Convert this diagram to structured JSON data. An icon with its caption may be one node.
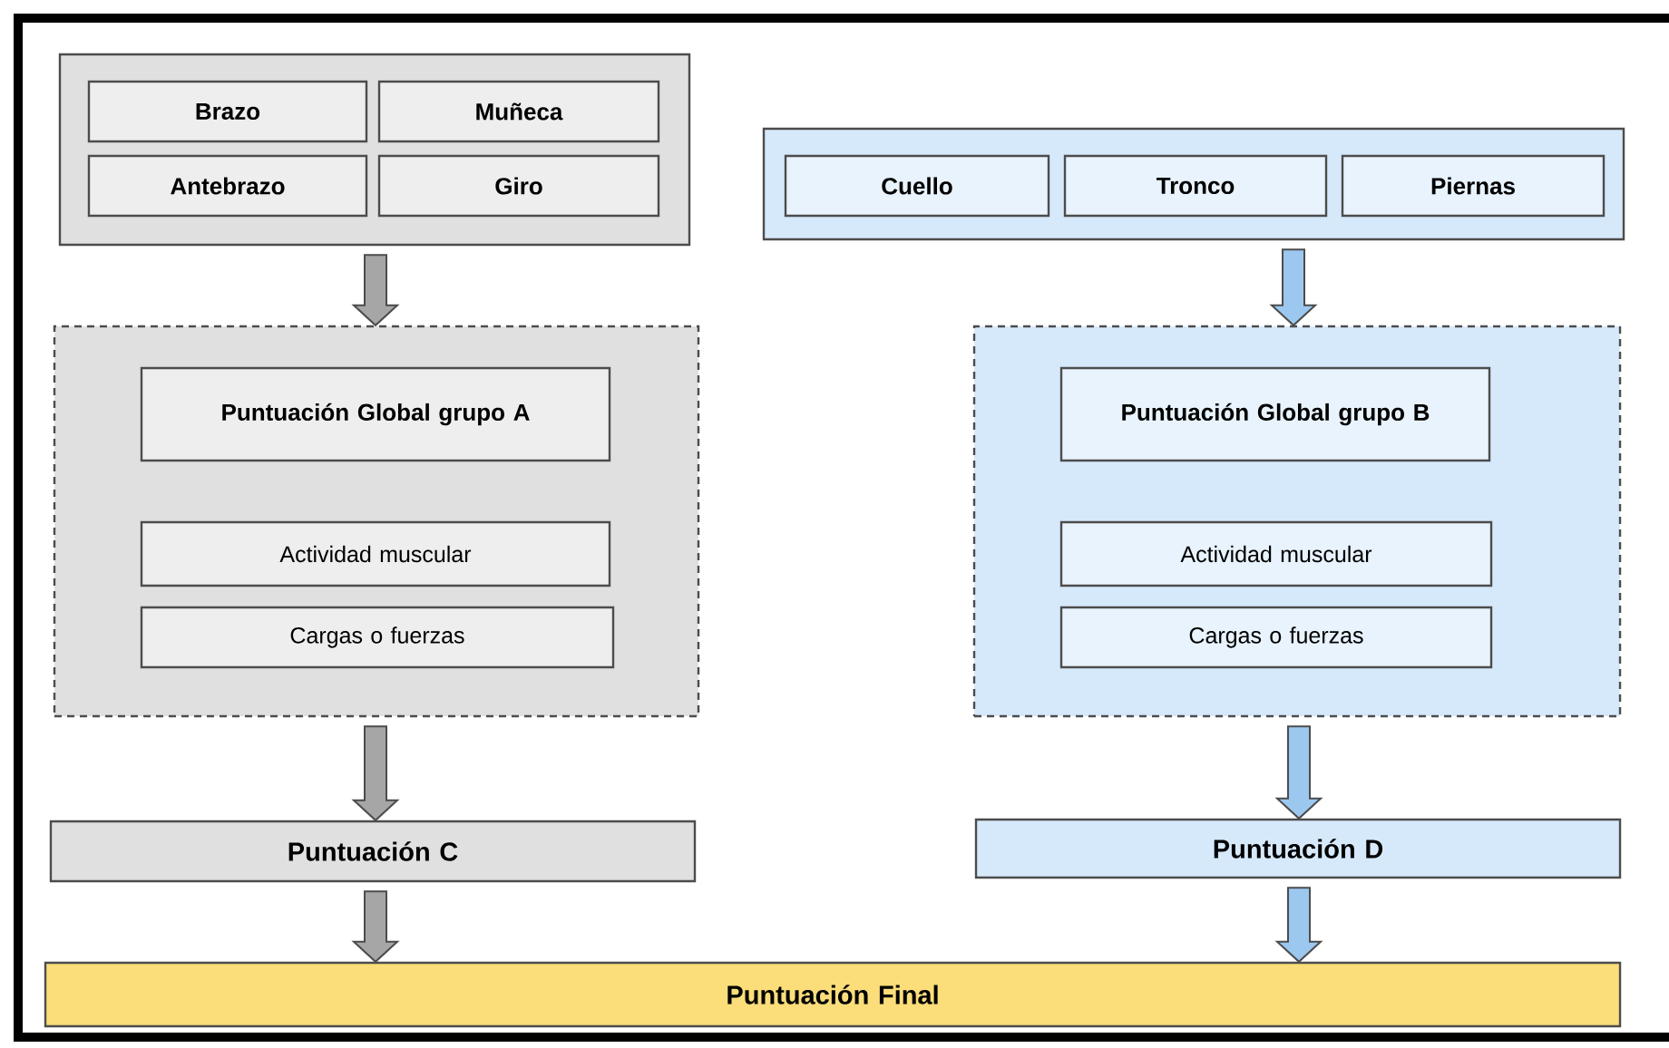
{
  "diagram": {
    "nodes": [
      {
        "text": [],
        "shape": "box"
      },
      {
        "text": [
          "Brazo"
        ],
        "in": 0
      },
      {
        "text": [
          "Muñeca"
        ],
        "in": 0
      },
      {
        "text": [
          "Antebrazo"
        ],
        "in": 0
      },
      {
        "text": [
          "Giro"
        ],
        "in": 0
      },
      {
        "text": [],
        "shape": "box"
      },
      {
        "text": [
          "Cuello"
        ],
        "in": 5
      },
      {
        "text": [
          "Tronco"
        ],
        "in": 5
      },
      {
        "text": [
          "Piernas"
        ],
        "in": 5
      },
      {
        "text": [],
        "shape": "box"
      },
      {
        "text": [
          "Puntuación Global grupo A"
        ],
        "in": 9
      },
      {
        "text": [
          "Actividad muscular"
        ],
        "in": 9
      },
      {
        "text": [
          "Cargas o fuerzas"
        ],
        "in": 9
      },
      {
        "text": [],
        "shape": "box"
      },
      {
        "text": [
          "Puntuación Global grupo B"
        ],
        "in": 13
      },
      {
        "text": [
          "Actividad muscular"
        ],
        "in": 13
      },
      {
        "text": [
          "Cargas o fuerzas"
        ],
        "in": 13
      },
      {
        "text": [
          "Puntuación C"
        ]
      },
      {
        "text": [
          "Puntuación D"
        ]
      },
      {
        "text": [
          "Puntuación Final"
        ]
      }
    ],
    "edges": [
      {
        "from": 0,
        "to": 9,
        "arrow": "to",
        "color": "#a6a6a6"
      },
      {
        "from": 5,
        "to": 13,
        "arrow": "to",
        "color": "#9cc8f0"
      },
      {
        "from": 9,
        "to": 17,
        "arrow": "to",
        "color": "#a6a6a6"
      },
      {
        "from": 13,
        "to": 18,
        "arrow": "to",
        "color": "#9cc8f0"
      },
      {
        "from": 17,
        "to": 19,
        "arrow": "to",
        "color": "#a6a6a6"
      },
      {
        "from": 18,
        "to": 19,
        "arrow": "to",
        "color": "#9cc8f0"
      }
    ]
  }
}
